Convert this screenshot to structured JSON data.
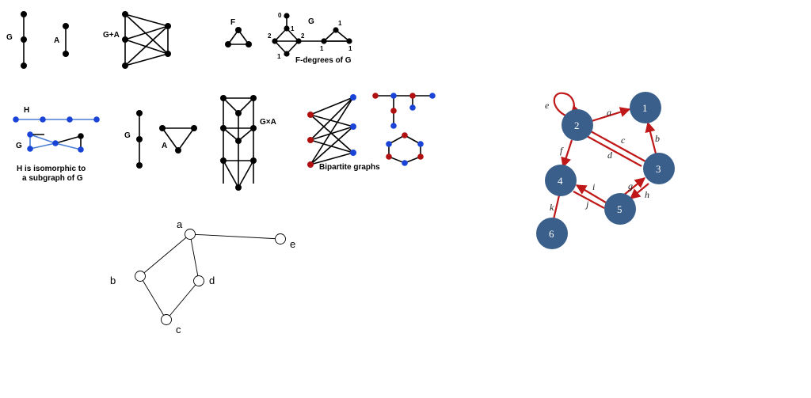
{
  "colors": {
    "black_vertex": "#000000",
    "blue_vertex": "#1a44d8",
    "red_vertex": "#b01010",
    "blue_edge": "#4a7fd4",
    "red_edge": "#c01818",
    "directed_node": "#3a5f8a"
  },
  "row1": {
    "g_label": "G",
    "a_label": "A",
    "gplusa_label": "G+A",
    "f_label": "F",
    "g2_label": "G",
    "degree_labels": [
      "0",
      "1",
      "2",
      "1",
      "2",
      "1",
      "1",
      "1"
    ],
    "caption": "F-degrees of G"
  },
  "row2": {
    "h_label": "H",
    "g_label": "G",
    "iso_caption_1": "H is isomorphic to",
    "iso_caption_2": "a subgraph of G",
    "g2_label": "G",
    "a_label": "A",
    "gxa_label": "G×A",
    "bipartite_caption": "Bipartite graphs"
  },
  "undirected": {
    "nodes": [
      "a",
      "b",
      "c",
      "d",
      "e"
    ]
  },
  "directed": {
    "nodes": [
      "1",
      "2",
      "3",
      "4",
      "5",
      "6"
    ],
    "edges": [
      "a",
      "b",
      "c",
      "d",
      "e",
      "f",
      "g",
      "h",
      "i",
      "j",
      "k"
    ]
  }
}
